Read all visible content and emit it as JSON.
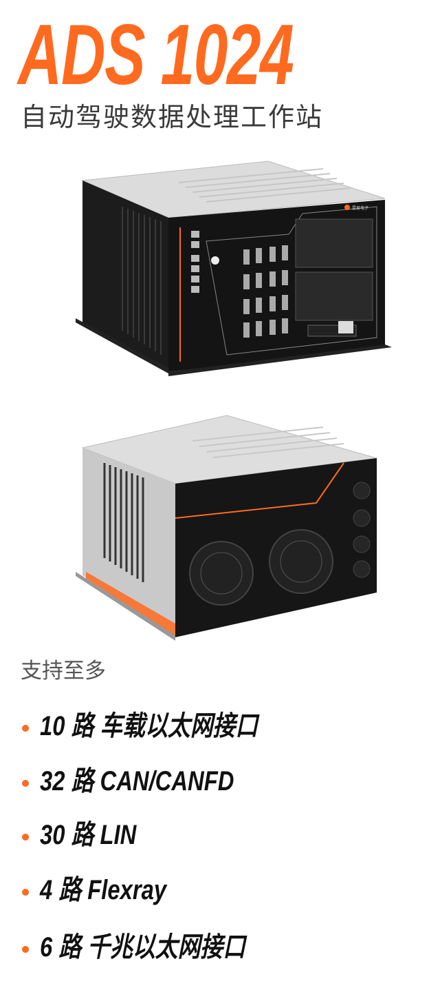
{
  "header": {
    "title": "ADS 1024",
    "subtitle": "自动驾驶数据处理工作站"
  },
  "product_front": {
    "logo_text": "昆易电子"
  },
  "features": {
    "lead": "支持至多",
    "items": [
      {
        "label": "10 路 车载以太网接口"
      },
      {
        "label": "32 路 CAN/CANFD"
      },
      {
        "label": "30 路 LIN"
      },
      {
        "label": "4 路 Flexray"
      },
      {
        "label": "6 路 千兆以太网接口"
      }
    ]
  },
  "colors": {
    "accent": "#FF6A1F",
    "text_dark": "#111111",
    "text_gray": "#555555"
  }
}
